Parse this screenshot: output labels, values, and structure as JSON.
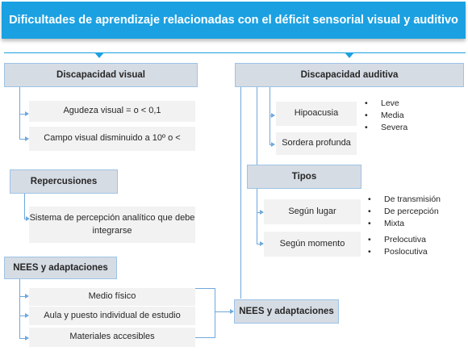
{
  "title": "Dificultades de aprendizaje relacionadas con el déficit sensorial visual y auditivo",
  "visual": {
    "header": "Discapacidad visual",
    "items": [
      "Agudeza visual = o < 0,1",
      "Campo visual disminuido a 10º o <"
    ],
    "repercusiones": {
      "header": "Repercusiones",
      "item": "Sistema de percepción analítico que debe integrarse"
    },
    "nees": {
      "header": "NEES y adaptaciones",
      "items": [
        "Medio físico",
        "Aula y puesto individual de estudio",
        "Materiales accesibles"
      ]
    }
  },
  "auditiva": {
    "header": "Discapacidad auditiva",
    "hipoacusia": {
      "label": "Hipoacusia",
      "bullets": [
        "Leve",
        "Media",
        "Severa"
      ]
    },
    "sordera": "Sordera profunda",
    "tipos": {
      "header": "Tipos",
      "lugar": {
        "label": "Según lugar",
        "bullets": [
          "De transmisión",
          "De percepción",
          "Mixta"
        ]
      },
      "momento": {
        "label": "Según momento",
        "bullets": [
          "Prelocutiva",
          "Poslocutiva"
        ]
      }
    },
    "nees": {
      "header": "NEES y adaptaciones"
    }
  },
  "colors": {
    "accent": "#1ba1e2",
    "header_fill": "#d6dce4",
    "item_fill": "#f2f2f2",
    "connector": "#6fa8dc"
  }
}
